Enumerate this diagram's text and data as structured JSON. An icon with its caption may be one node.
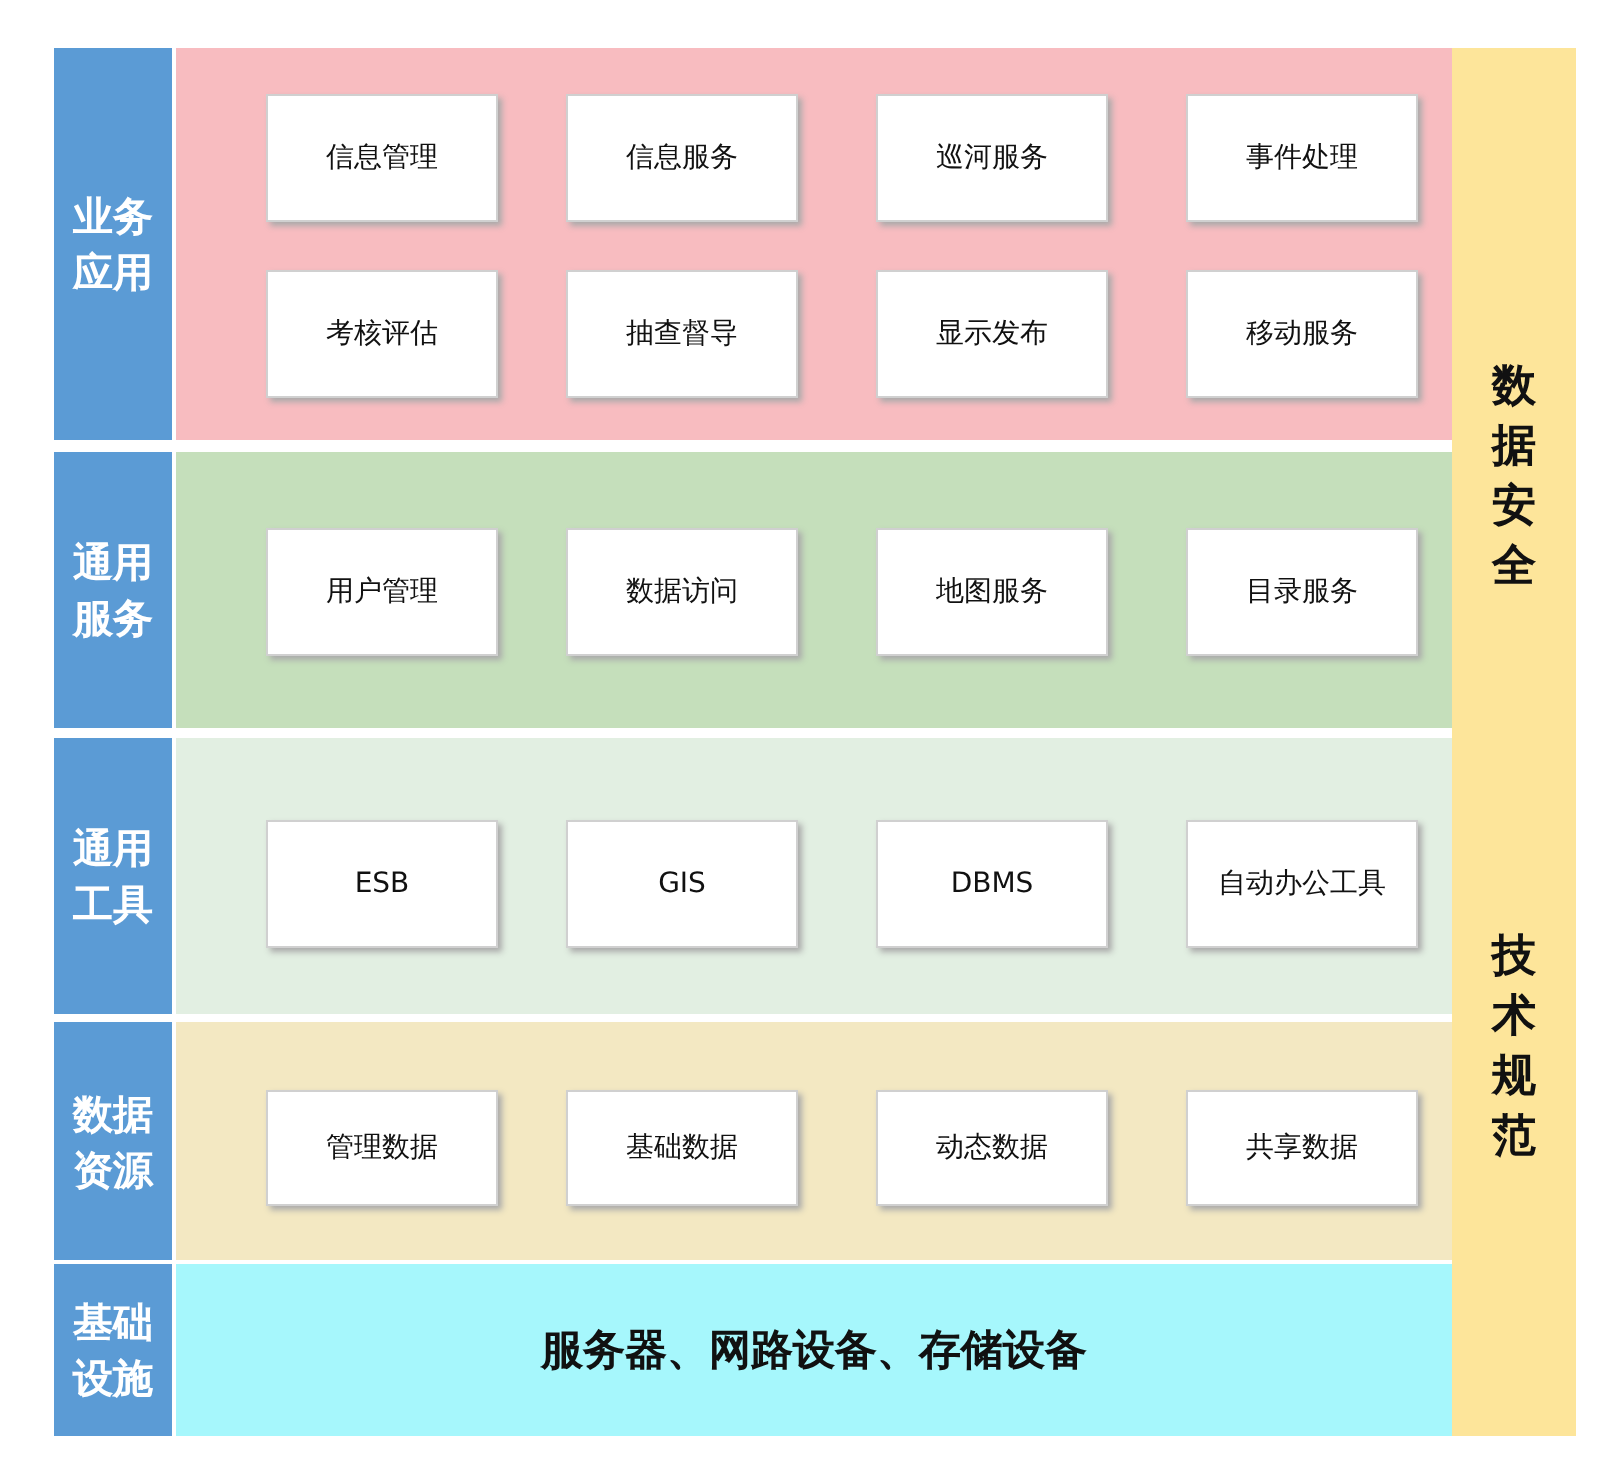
{
  "diagram": {
    "nodes": [
      {
        "text": [
          "业务应用"
        ]
      },
      {
        "text": [
          "信息管理"
        ],
        "in": 0
      },
      {
        "text": [
          "信息服务"
        ],
        "in": 0
      },
      {
        "text": [
          "巡河服务"
        ],
        "in": 0
      },
      {
        "text": [
          "事件处理"
        ],
        "in": 0
      },
      {
        "text": [
          "考核评估"
        ],
        "in": 0
      },
      {
        "text": [
          "抽查督导"
        ],
        "in": 0
      },
      {
        "text": [
          "显示发布"
        ],
        "in": 0
      },
      {
        "text": [
          "移动服务"
        ],
        "in": 0
      },
      {
        "text": [
          "通用服务"
        ]
      },
      {
        "text": [
          "用户管理"
        ],
        "in": 9
      },
      {
        "text": [
          "数据访问"
        ],
        "in": 9
      },
      {
        "text": [
          "地图服务"
        ],
        "in": 9
      },
      {
        "text": [
          "目录服务"
        ],
        "in": 9
      },
      {
        "text": [
          "通用工具"
        ]
      },
      {
        "text": [
          "ESB"
        ],
        "in": 14
      },
      {
        "text": [
          "GIS"
        ],
        "in": 14
      },
      {
        "text": [
          "DBMS"
        ],
        "in": 14
      },
      {
        "text": [
          "自动办公工具"
        ],
        "in": 14
      },
      {
        "text": [
          "数据资源"
        ]
      },
      {
        "text": [
          "管理数据"
        ],
        "in": 19
      },
      {
        "text": [
          "基础数据"
        ],
        "in": 19
      },
      {
        "text": [
          "动态数据"
        ],
        "in": 19
      },
      {
        "text": [
          "共享数据"
        ],
        "in": 19
      },
      {
        "text": [
          "基础设施",
          "服务器、网路设备、存储设备"
        ]
      },
      {
        "text": [
          "数据安全",
          "技术规范"
        ]
      }
    ]
  }
}
